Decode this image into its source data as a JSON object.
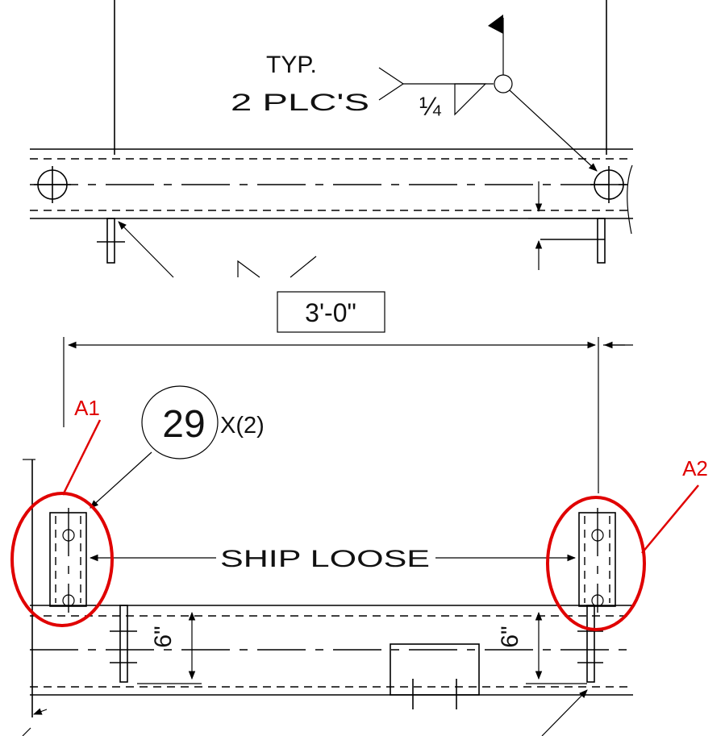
{
  "weld_note": {
    "line1": "TYP.",
    "line2": "2 PLC'S",
    "size": "¼"
  },
  "dimensions": {
    "overall": "3'-0\"",
    "left_six": "6\"",
    "right_six": "6\""
  },
  "callout": {
    "number": "29",
    "quantity": "X(2)"
  },
  "note": "SHIP LOOSE",
  "annotations": {
    "a1": "A1",
    "a2": "A2",
    "color": "#e00000"
  }
}
